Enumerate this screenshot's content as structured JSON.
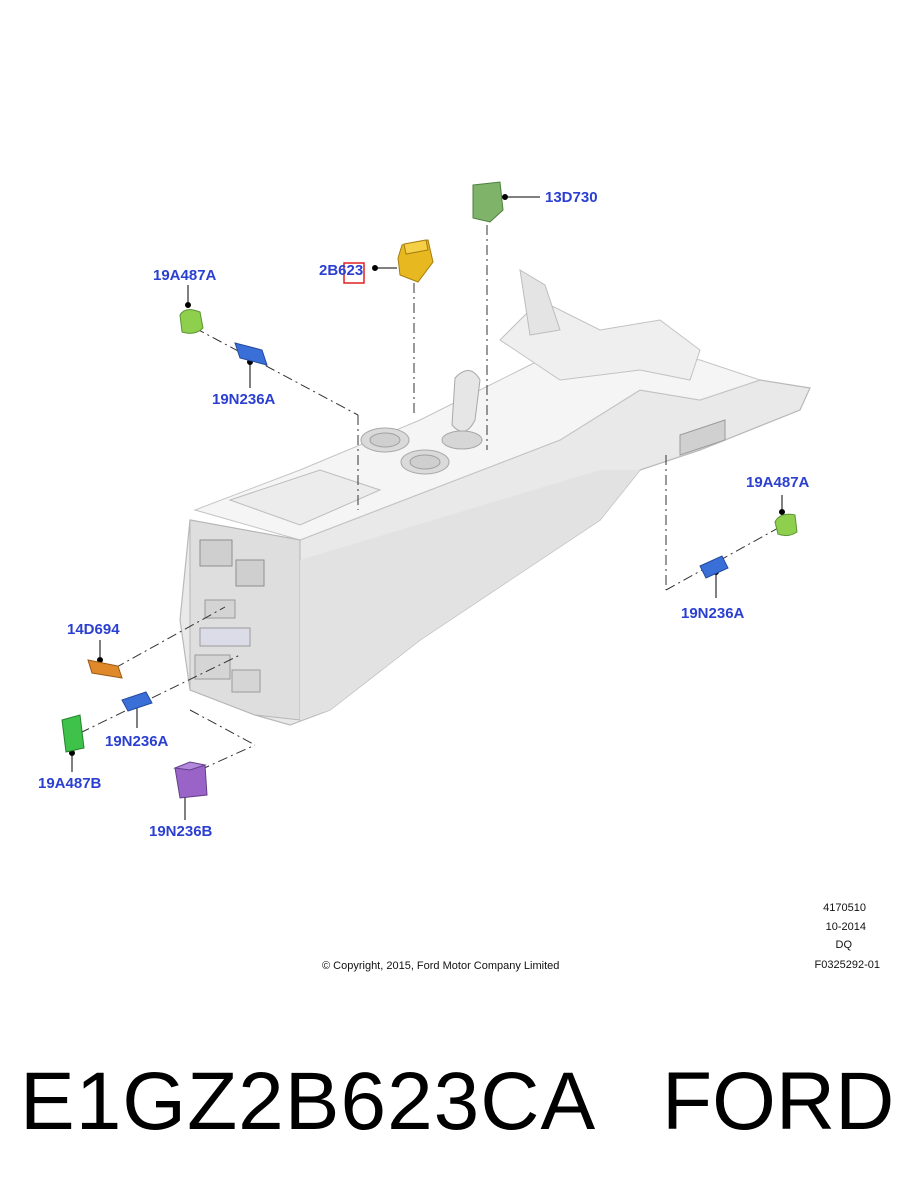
{
  "callouts": {
    "c13D730": "13D730",
    "c2B623": "2B623",
    "c19A487A_left": "19A487A",
    "c19N236A_top": "19N236A",
    "c19A487A_right": "19A487A",
    "c19N236A_right": "19N236A",
    "c14D694": "14D694",
    "c19N236A_bottom": "19N236A",
    "c19A487B": "19A487B",
    "c19N236B": "19N236B"
  },
  "meta": {
    "ref": "4170510",
    "date": "10-2014",
    "code": "DQ",
    "figure": "F0325292-01",
    "copyright": "© Copyright, 2015, Ford Motor Company Limited"
  },
  "footer": {
    "part_number": "E1GZ2B623CA",
    "brand": "FORD"
  },
  "colors": {
    "callout_text": "#2b3fd1",
    "highlight_box": "#e02020",
    "yellow_part": "#e8b820",
    "green_part": "#8fcf4e",
    "bright_green_part": "#3fc24a",
    "olive_green_part": "#7fb36a",
    "blue_part": "#3a6fd8",
    "orange_part": "#e0892a",
    "purple_part": "#9a63c8"
  }
}
